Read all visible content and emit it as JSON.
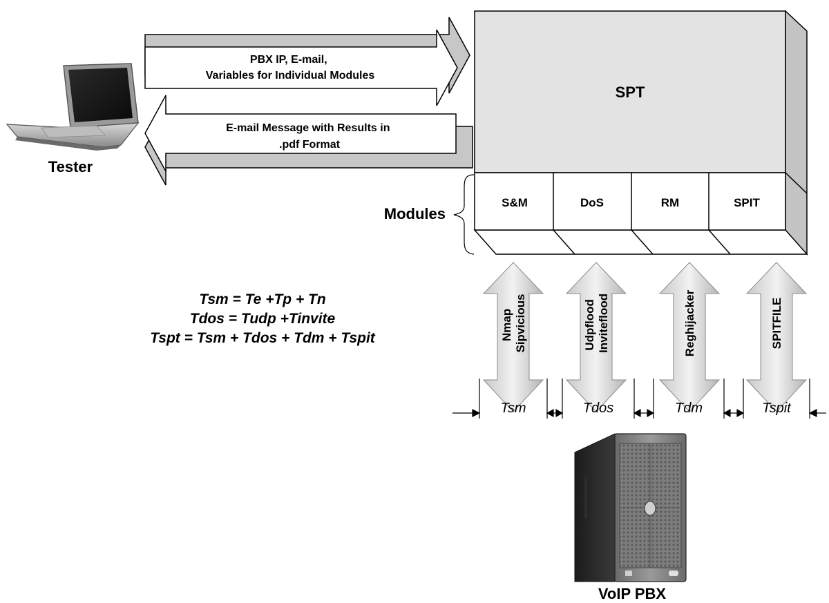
{
  "tester": {
    "label": "Tester"
  },
  "pbx": {
    "label": "VoIP PBX"
  },
  "spt": {
    "label": "SPT"
  },
  "arrows": {
    "to_spt": [
      "PBX IP, E-mail,",
      "Variables for Individual Modules"
    ],
    "to_tester": [
      "E-mail Message with Results in",
      ".pdf Format"
    ]
  },
  "modules": {
    "label": "Modules",
    "items": [
      "S&M",
      "DoS",
      "RM",
      "SPIT"
    ]
  },
  "tools": [
    {
      "lines": [
        "Nmap",
        "Sipvicious"
      ],
      "time": "Tsm"
    },
    {
      "lines": [
        "Udpflood",
        "Inviteflood"
      ],
      "time": "Tdos"
    },
    {
      "lines": [
        "Reghijacker"
      ],
      "time": "Tdm"
    },
    {
      "lines": [
        "SPITFILE"
      ],
      "time": "Tspit"
    }
  ],
  "formulas": [
    "Tsm = Te +Tp + Tn",
    "Tdos = Tudp +Tinvite",
    "Tspt = Tsm + Tdos + Tdm + Tspit"
  ]
}
